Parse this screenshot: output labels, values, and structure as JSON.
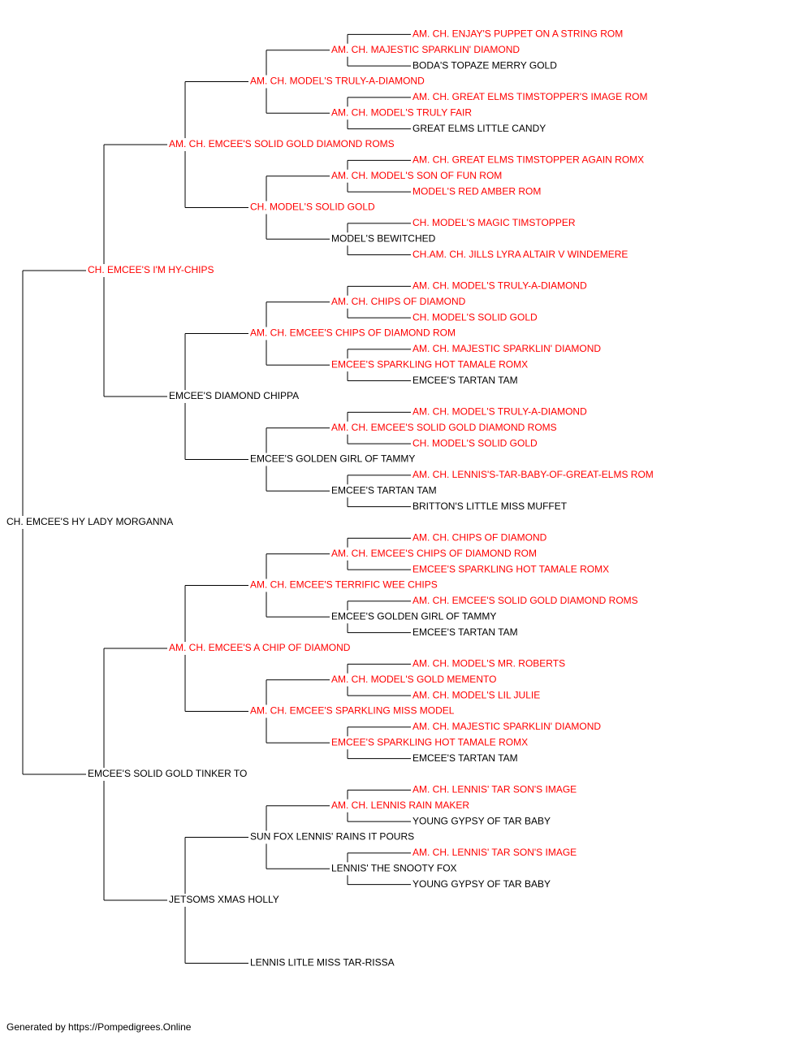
{
  "colors": {
    "champion": "#ff0000",
    "normal": "#000000",
    "line": "#000000"
  },
  "tree": {
    "name": "CH. EMCEE'S HY LADY MORGANNA",
    "ch": false,
    "sire": {
      "name": "CH. EMCEE'S I'M HY-CHIPS",
      "ch": true,
      "sire": {
        "name": "AM. CH. EMCEE'S SOLID GOLD DIAMOND ROMS",
        "ch": true,
        "sire": {
          "name": "AM. CH. MODEL'S TRULY-A-DIAMOND",
          "ch": true,
          "sire": {
            "name": "AM. CH. MAJESTIC SPARKLIN' DIAMOND",
            "ch": true,
            "sire": {
              "name": "AM. CH. ENJAY'S PUPPET ON A STRING ROM",
              "ch": true
            },
            "dam": {
              "name": "BODA'S TOPAZE MERRY GOLD",
              "ch": false
            }
          },
          "dam": {
            "name": "AM. CH. MODEL'S TRULY FAIR",
            "ch": true,
            "sire": {
              "name": "AM. CH. GREAT ELMS TIMSTOPPER'S IMAGE ROM",
              "ch": true
            },
            "dam": {
              "name": "GREAT ELMS LITTLE CANDY",
              "ch": false
            }
          }
        },
        "dam": {
          "name": "CH. MODEL'S SOLID GOLD",
          "ch": true,
          "sire": {
            "name": "AM. CH. MODEL'S SON OF FUN ROM",
            "ch": true,
            "sire": {
              "name": "AM. CH. GREAT ELMS TIMSTOPPER AGAIN ROMX",
              "ch": true
            },
            "dam": {
              "name": "MODEL'S RED AMBER ROM",
              "ch": true
            }
          },
          "dam": {
            "name": "MODEL'S BEWITCHED",
            "ch": false,
            "sire": {
              "name": "CH. MODEL'S MAGIC TIMSTOPPER",
              "ch": true
            },
            "dam": {
              "name": "CH.AM. CH. JILLS LYRA ALTAIR V WINDEMERE",
              "ch": true
            }
          }
        }
      },
      "dam": {
        "name": "EMCEE'S DIAMOND CHIPPA",
        "ch": false,
        "sire": {
          "name": "AM. CH. EMCEE'S CHIPS OF DIAMOND ROM",
          "ch": true,
          "sire": {
            "name": "AM. CH. CHIPS OF DIAMOND",
            "ch": true,
            "sire": {
              "name": "AM. CH. MODEL'S TRULY-A-DIAMOND",
              "ch": true
            },
            "dam": {
              "name": "CH. MODEL'S SOLID GOLD",
              "ch": true
            }
          },
          "dam": {
            "name": "EMCEE'S SPARKLING HOT TAMALE ROMX",
            "ch": true,
            "sire": {
              "name": "AM. CH. MAJESTIC SPARKLIN' DIAMOND",
              "ch": true
            },
            "dam": {
              "name": "EMCEE'S TARTAN TAM",
              "ch": false
            }
          }
        },
        "dam": {
          "name": "EMCEE'S GOLDEN GIRL OF TAMMY",
          "ch": false,
          "sire": {
            "name": "AM. CH. EMCEE'S SOLID GOLD DIAMOND ROMS",
            "ch": true,
            "sire": {
              "name": "AM. CH. MODEL'S TRULY-A-DIAMOND",
              "ch": true
            },
            "dam": {
              "name": "CH. MODEL'S SOLID GOLD",
              "ch": true
            }
          },
          "dam": {
            "name": "EMCEE'S TARTAN TAM",
            "ch": false,
            "sire": {
              "name": "AM. CH. LENNIS'S-TAR-BABY-OF-GREAT-ELMS ROM",
              "ch": true
            },
            "dam": {
              "name": "BRITTON'S LITTLE MISS MUFFET",
              "ch": false
            }
          }
        }
      }
    },
    "dam": {
      "name": "EMCEE'S SOLID GOLD TINKER TO",
      "ch": false,
      "sire": {
        "name": "AM. CH. EMCEE'S A CHIP OF DIAMOND",
        "ch": true,
        "sire": {
          "name": "AM. CH. EMCEE'S TERRIFIC WEE CHIPS",
          "ch": true,
          "sire": {
            "name": "AM. CH. EMCEE'S CHIPS OF DIAMOND ROM",
            "ch": true,
            "sire": {
              "name": "AM. CH. CHIPS OF DIAMOND",
              "ch": true
            },
            "dam": {
              "name": "EMCEE'S SPARKLING HOT TAMALE ROMX",
              "ch": true
            }
          },
          "dam": {
            "name": "EMCEE'S GOLDEN GIRL OF TAMMY",
            "ch": false,
            "sire": {
              "name": "AM. CH. EMCEE'S SOLID GOLD DIAMOND ROMS",
              "ch": true
            },
            "dam": {
              "name": "EMCEE'S TARTAN TAM",
              "ch": false
            }
          }
        },
        "dam": {
          "name": "AM. CH. EMCEE'S SPARKLING MISS MODEL",
          "ch": true,
          "sire": {
            "name": "AM. CH. MODEL'S GOLD MEMENTO",
            "ch": true,
            "sire": {
              "name": "AM. CH. MODEL'S MR. ROBERTS",
              "ch": true
            },
            "dam": {
              "name": "AM. CH. MODEL'S LIL JULIE",
              "ch": true
            }
          },
          "dam": {
            "name": "EMCEE'S SPARKLING HOT TAMALE ROMX",
            "ch": true,
            "sire": {
              "name": "AM. CH. MAJESTIC SPARKLIN' DIAMOND",
              "ch": true
            },
            "dam": {
              "name": "EMCEE'S TARTAN TAM",
              "ch": false
            }
          }
        }
      },
      "dam": {
        "name": "JETSOMS XMAS HOLLY",
        "ch": false,
        "sire": {
          "name": "SUN FOX LENNIS' RAINS IT POURS",
          "ch": false,
          "sire": {
            "name": "AM. CH. LENNIS RAIN MAKER",
            "ch": true,
            "sire": {
              "name": "AM. CH. LENNIS' TAR SON'S IMAGE",
              "ch": true
            },
            "dam": {
              "name": "YOUNG GYPSY OF TAR BABY",
              "ch": false
            }
          },
          "dam": {
            "name": "LENNIS' THE SNOOTY FOX",
            "ch": false,
            "sire": {
              "name": "AM. CH. LENNIS' TAR SON'S IMAGE",
              "ch": true
            },
            "dam": {
              "name": "YOUNG GYPSY OF TAR BABY",
              "ch": false
            }
          }
        },
        "dam": {
          "name": "LENNIS LITLE MISS TAR-RISSA",
          "ch": false
        }
      }
    }
  },
  "footer": {
    "text": "Generated by https://Pompedigrees.Online"
  }
}
